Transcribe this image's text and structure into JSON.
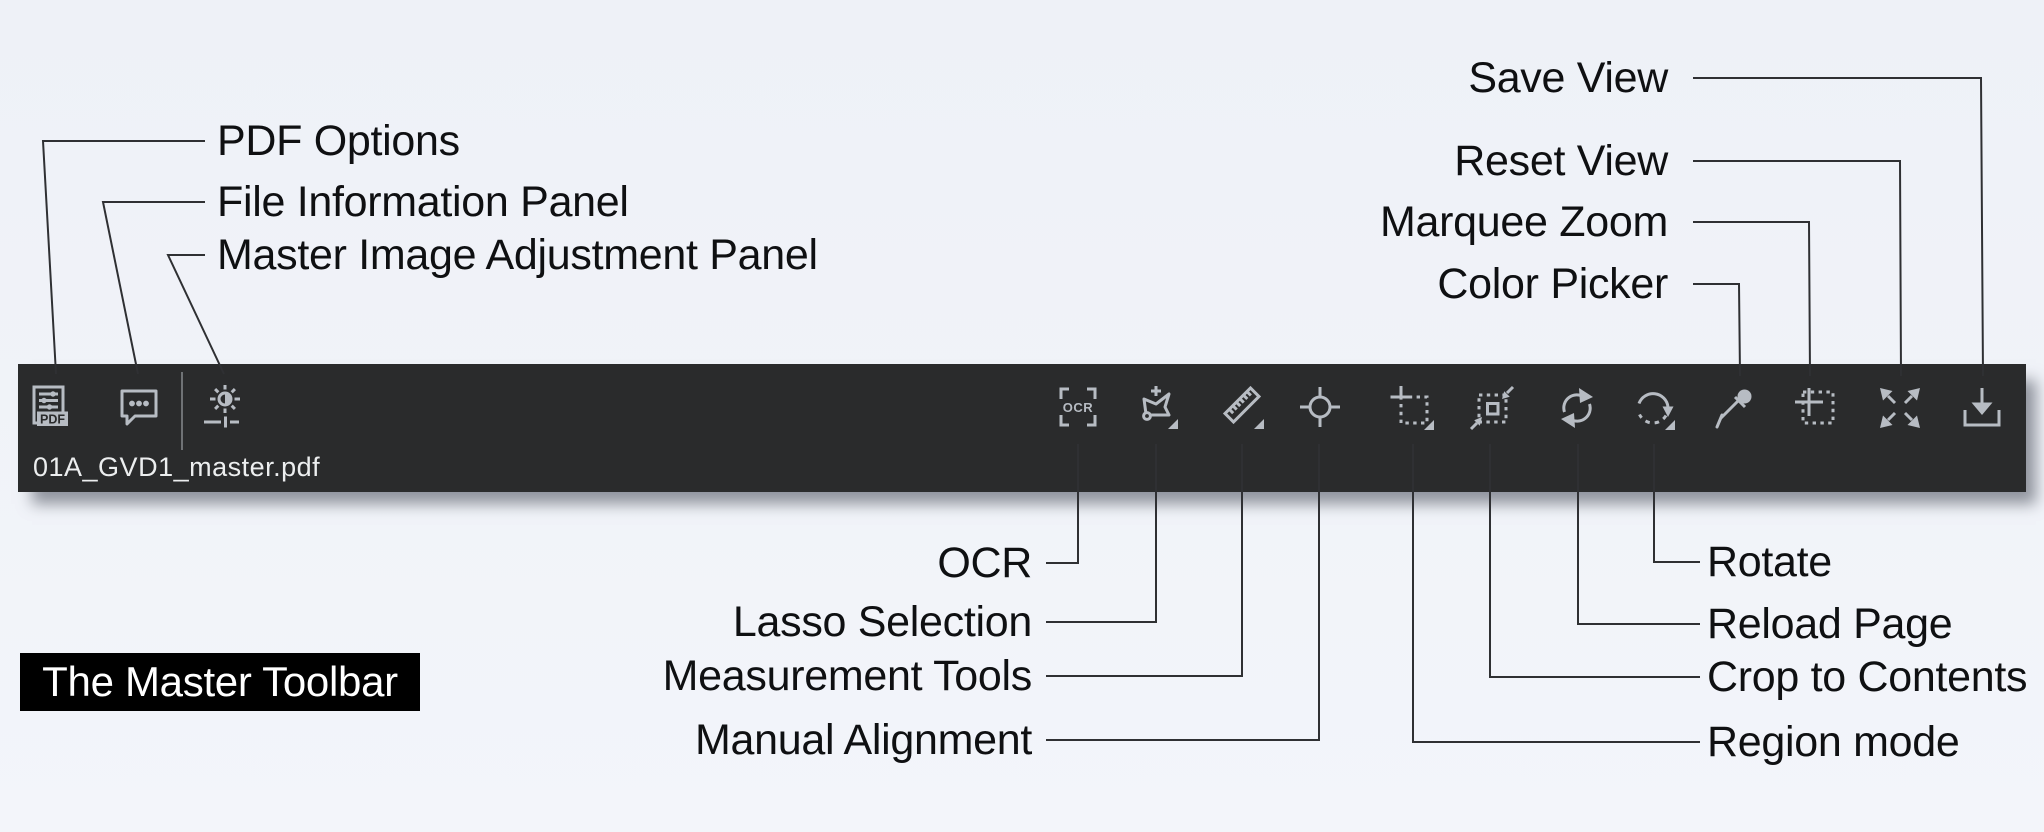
{
  "figure": {
    "caption": "The Master Toolbar"
  },
  "toolbar": {
    "filename": "01A_GVD1_master.pdf",
    "pdf_badge_text": "PDF",
    "ocr_icon_text": "OCR",
    "tools": [
      {
        "id": "pdf-options",
        "label": "PDF Options"
      },
      {
        "id": "file-information",
        "label": "File Information Panel"
      },
      {
        "id": "master-image-adjustment",
        "label": "Master Image Adjustment Panel"
      },
      {
        "id": "ocr",
        "label": "OCR"
      },
      {
        "id": "lasso-selection",
        "label": "Lasso Selection"
      },
      {
        "id": "measurement-tools",
        "label": "Measurement Tools"
      },
      {
        "id": "manual-alignment",
        "label": "Manual Alignment"
      },
      {
        "id": "region-mode",
        "label": "Region mode"
      },
      {
        "id": "crop-to-contents",
        "label": "Crop to Contents"
      },
      {
        "id": "reload-page",
        "label": "Reload Page"
      },
      {
        "id": "rotate",
        "label": "Rotate"
      },
      {
        "id": "color-picker",
        "label": "Color Picker"
      },
      {
        "id": "marquee-zoom",
        "label": "Marquee Zoom"
      },
      {
        "id": "reset-view",
        "label": "Reset View"
      },
      {
        "id": "save-view",
        "label": "Save View"
      }
    ]
  },
  "callouts": {
    "top_left": [
      {
        "label": "PDF Options"
      },
      {
        "label": "File Information Panel"
      },
      {
        "label": "Master Image Adjustment Panel"
      }
    ],
    "top_right": [
      {
        "label": "Save View"
      },
      {
        "label": "Reset View"
      },
      {
        "label": "Marquee Zoom"
      },
      {
        "label": "Color Picker"
      }
    ],
    "bottom_left": [
      {
        "label": "OCR"
      },
      {
        "label": "Lasso Selection"
      },
      {
        "label": "Measurement Tools"
      },
      {
        "label": "Manual Alignment"
      }
    ],
    "bottom_right": [
      {
        "label": "Rotate"
      },
      {
        "label": "Reload Page"
      },
      {
        "label": "Crop to Contents"
      },
      {
        "label": "Region mode"
      }
    ]
  },
  "colors": {
    "background": "#eef1f7",
    "toolbar": "#2a2b2c",
    "icon": "#b7bcc3",
    "callout_line": "#2f3033",
    "label_text": "#0f1012",
    "caption_bg": "#000000",
    "caption_fg": "#ffffff",
    "filename_text": "#eceeef",
    "separator": "#6f7275"
  }
}
